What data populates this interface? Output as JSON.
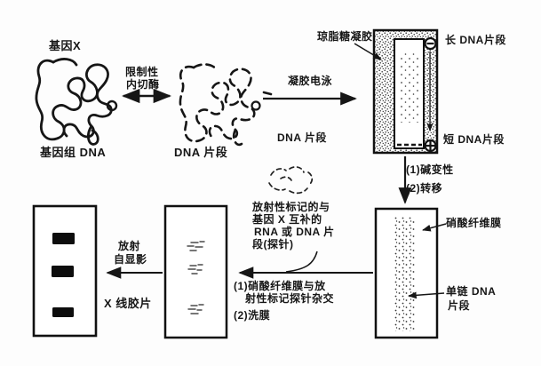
{
  "colors": {
    "background": "#fdfdfd",
    "ink": "#161616",
    "film_band": "#0d0d0d",
    "faint_band": "#4a4a4a"
  },
  "stage1": {
    "gene_label": "基因X",
    "caption": "基因组 DNA"
  },
  "step_restriction": {
    "line1": "限制性",
    "line2": "内切酶"
  },
  "stage2": {
    "caption": "DNA 片段"
  },
  "step_electrophoresis": {
    "label": "凝胶电泳",
    "below_label": "DNA 片段"
  },
  "gel": {
    "name": "琼脂糖凝胶",
    "long_label": "长 DNA片段",
    "short_label": "短 DNA片段",
    "electrode_top_symbol": "−",
    "electrode_bottom_symbol": "+"
  },
  "step_denature_transfer": {
    "step1": "(1)碱变性",
    "step2": "(2)转移"
  },
  "membrane": {
    "name": "硝酸纤维膜",
    "ssdna_line1": "单链 DNA",
    "ssdna_line2": "片段"
  },
  "probe": {
    "line1": "放射性标记的与",
    "line2": "基因 X 互补的",
    "line3": "RNA 或 DNA 片",
    "line4": "段(探针)"
  },
  "step_hybridize": {
    "step1_line1": "(1)硝酸纤维膜与放",
    "step1_line2": "射性标记探针杂交",
    "step2": "(2)洗膜"
  },
  "step_autoradiography": {
    "line1": "放射",
    "line2": "自显影"
  },
  "film": {
    "caption": "X 线胶片"
  }
}
